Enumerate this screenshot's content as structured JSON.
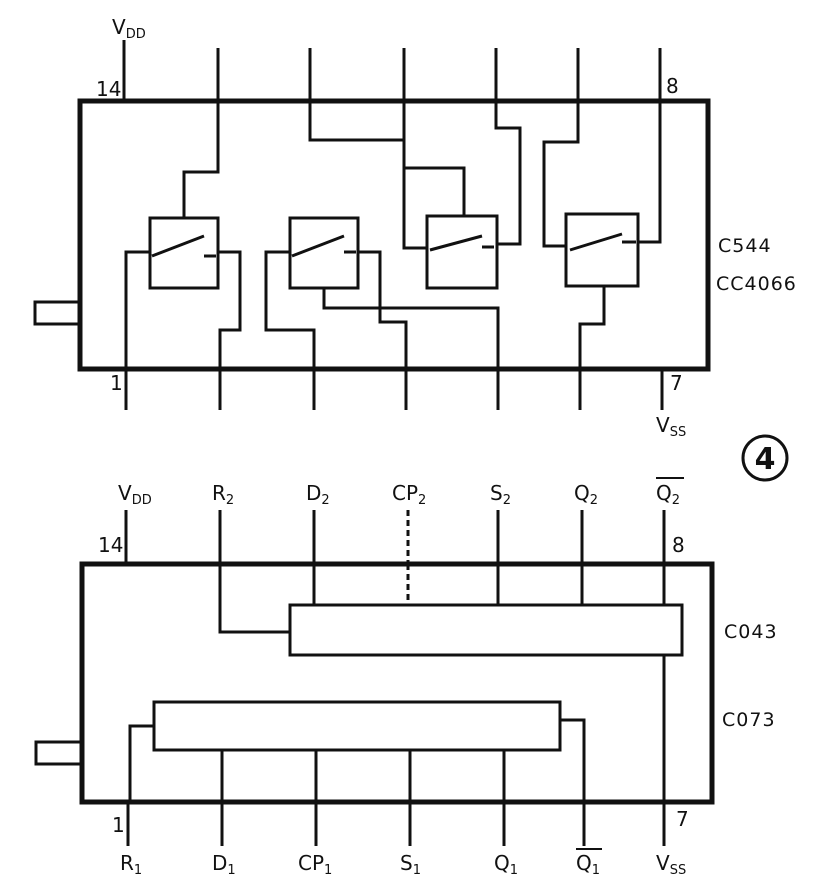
{
  "figure_number": "4",
  "chips": [
    {
      "name_lines": [
        "C544",
        "CC4066"
      ],
      "pins": {
        "vdd": {
          "main": "V",
          "sub": "DD"
        },
        "pin14": "14",
        "pin8": "8",
        "pin1": "1",
        "pin7": "7",
        "vss": {
          "main": "V",
          "sub": "SS"
        }
      }
    },
    {
      "name_lines": [
        "C043",
        "C073"
      ],
      "pins": {
        "vdd": {
          "main": "V",
          "sub": "DD"
        },
        "pin14": "14",
        "pin8": "8",
        "pin1": "1",
        "pin7": "7",
        "vss": {
          "main": "V",
          "sub": "SS"
        }
      },
      "top_labels": [
        {
          "main": "R",
          "sub": "2"
        },
        {
          "main": "D",
          "sub": "2"
        },
        {
          "main": "CP",
          "sub": "2"
        },
        {
          "main": "S",
          "sub": "2"
        },
        {
          "main": "Q",
          "sub": "2"
        },
        {
          "main": "Q",
          "sub": "2",
          "overline": true
        }
      ],
      "bottom_labels": [
        {
          "main": "R",
          "sub": "1"
        },
        {
          "main": "D",
          "sub": "1"
        },
        {
          "main": "CP",
          "sub": "1"
        },
        {
          "main": "S",
          "sub": "1"
        },
        {
          "main": "Q",
          "sub": "1"
        },
        {
          "main": "Q",
          "sub": "1",
          "overline": true
        }
      ]
    }
  ]
}
